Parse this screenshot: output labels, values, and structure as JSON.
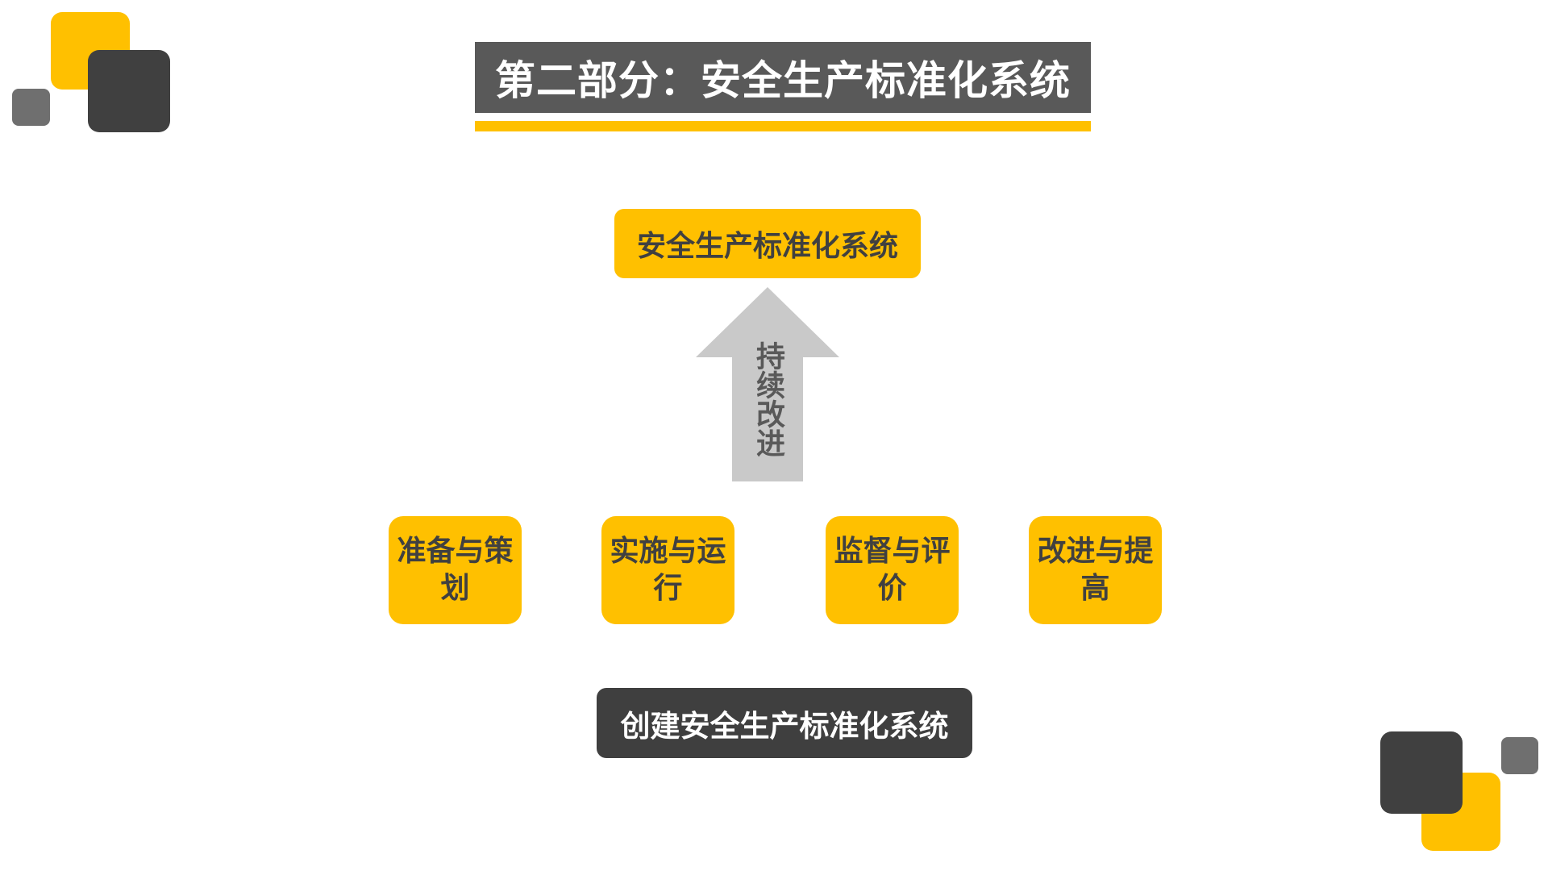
{
  "title": "第二部分：安全生产标准化系统",
  "diagram": {
    "top_box": "安全生产标准化系统",
    "arrow_label": "持续改进",
    "steps": [
      {
        "label": "准备与策划"
      },
      {
        "label": "实施与运行"
      },
      {
        "label": "监督与评价"
      },
      {
        "label": "改进与提高"
      }
    ],
    "bottom_box": "创建安全生产标准化系统"
  },
  "colors": {
    "accent_yellow": "#FFC000",
    "dark_gray": "#404040",
    "mid_gray": "#595959",
    "light_gray": "#6f6f6f",
    "arrow_gray": "#c9c9c9"
  }
}
